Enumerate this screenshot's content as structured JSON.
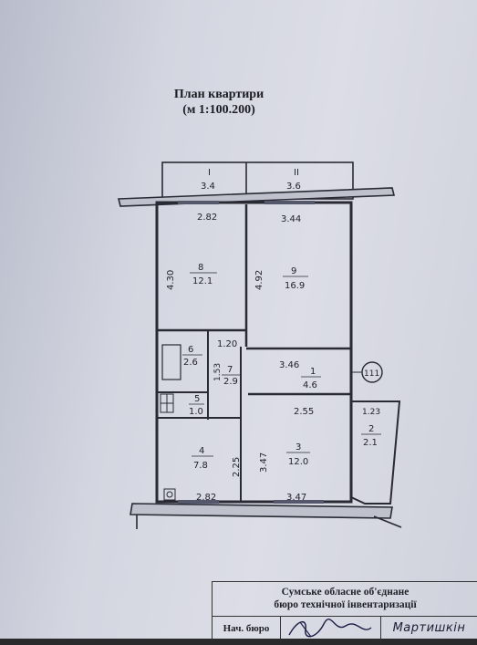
{
  "title": {
    "line1": "План квартири",
    "line2": "(м 1:100.200)"
  },
  "balconies": [
    {
      "number": "I",
      "area": "3.4"
    },
    {
      "number": "II",
      "area": "3.6"
    }
  ],
  "rooms": [
    {
      "number": "8",
      "area": "12.1"
    },
    {
      "number": "9",
      "area": "16.9"
    },
    {
      "number": "6",
      "area": "2.6"
    },
    {
      "number": "7",
      "area": "2.9"
    },
    {
      "number": "1",
      "area": "4.6"
    },
    {
      "number": "5",
      "area": "1.0"
    },
    {
      "number": "4",
      "area": "7.8"
    },
    {
      "number": "3",
      "area": "12.0"
    },
    {
      "number": "2",
      "area": "2.1"
    }
  ],
  "dimensions": {
    "d_2_82": "2.82",
    "d_3_44": "3.44",
    "d_4_30": "4.30",
    "d_4_92": "4.92",
    "d_1_20": "1.20",
    "d_3_46": "3.46",
    "d_2_55": "2.55",
    "d_1_23": "1.23",
    "d_3_47_v": "3.47",
    "d_2_25": "2.25",
    "d_2_82_b": "2.82",
    "d_3_47_b": "3.47",
    "d_1_53": "1.53"
  },
  "apartment_marker": "111",
  "stamp": {
    "org_line1": "Сумське обласне об'єднане",
    "org_line2": "бюро технічної інвентаризації",
    "role_label": "Нач. бюро",
    "name": "Мартишкін"
  },
  "colors": {
    "paper": "#d5d7e1",
    "ink": "#22222c"
  }
}
